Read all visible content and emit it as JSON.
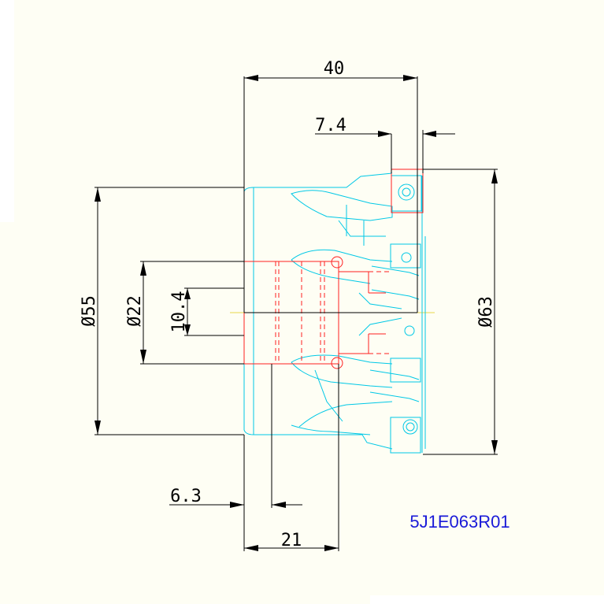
{
  "drawing": {
    "part_number": "5J1E063R01",
    "colors": {
      "dimension": "#000000",
      "outline": "#00c8e6",
      "hidden": "#ff2020",
      "centerline": "#e8d84a",
      "part_number": "#1a1ad8",
      "background": "#fefef4"
    },
    "dimensions": {
      "overall_length": "40",
      "insert_offset": "7.4",
      "body_diameter": "Ø55",
      "bore_diameter": "Ø22",
      "keyway_width": "10.4",
      "cutting_diameter": "Ø63",
      "flange_width": "6.3",
      "bore_depth": "21"
    }
  }
}
